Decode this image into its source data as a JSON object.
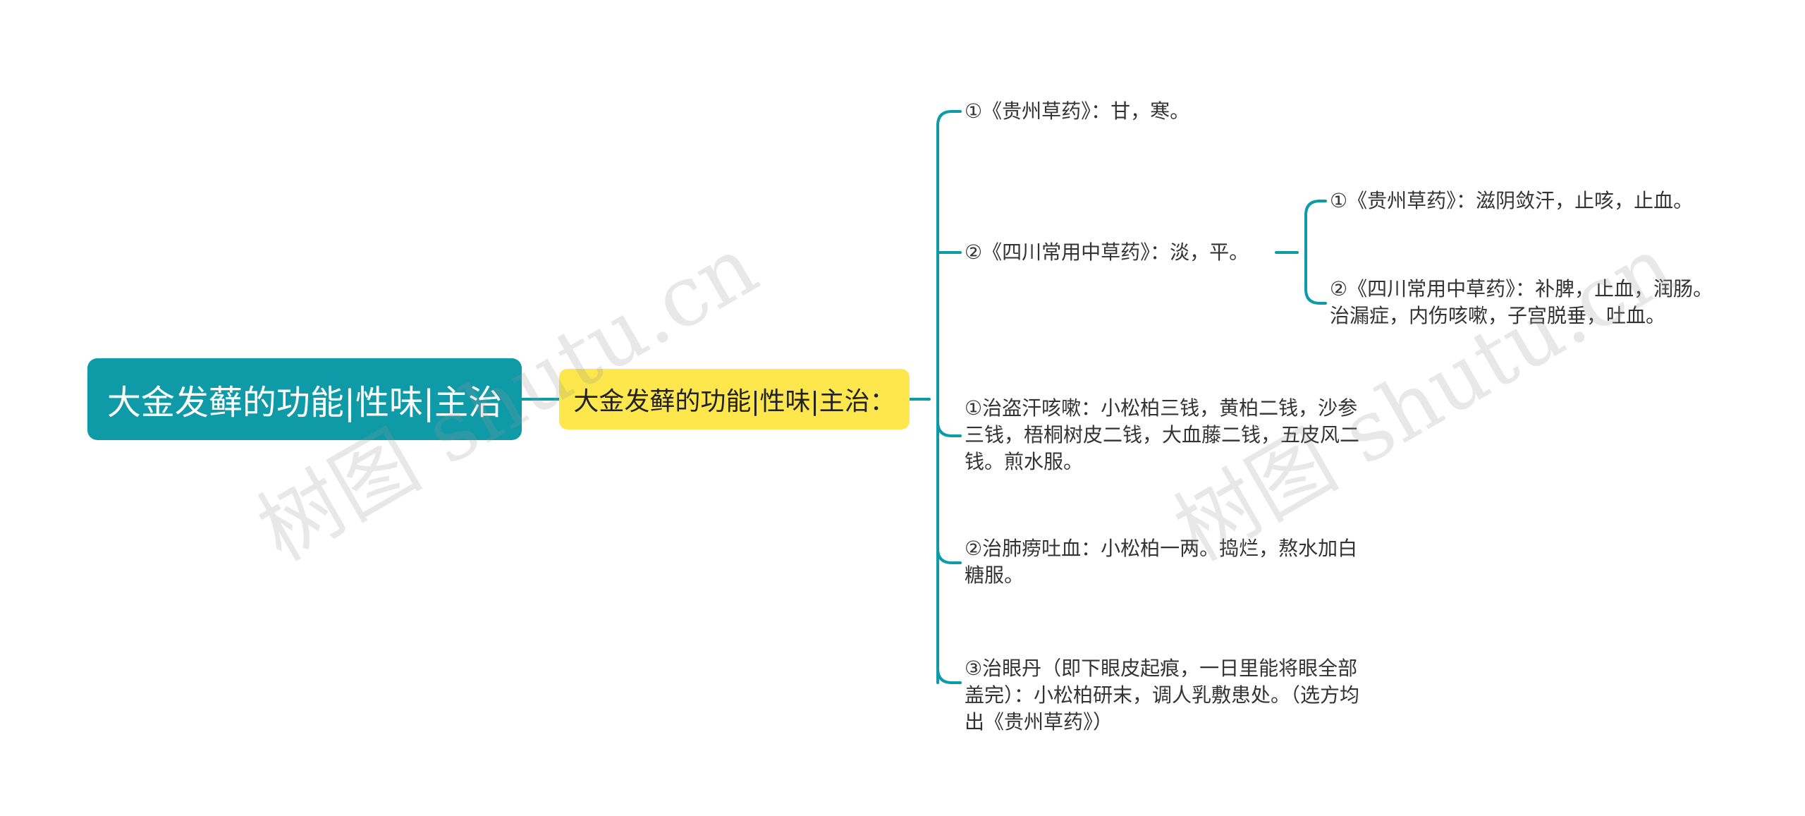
{
  "root": {
    "label": "大金发藓的功能|性味|主治"
  },
  "sub": {
    "label": "大金发藓的功能|性味|主治："
  },
  "branches": [
    {
      "label": "①《贵州草药》：甘，寒。"
    },
    {
      "label": "②《四川常用中草药》：淡，平。",
      "children": [
        {
          "label": "①《贵州草药》：滋阴敛汗，止咳，止血。"
        },
        {
          "label": "②《四川常用中草药》：补脾，止血，润肠。治漏症，内伤咳嗽，子宫脱垂，吐血。"
        }
      ]
    },
    {
      "label": "①治盗汗咳嗽：小松柏三钱，黄柏二钱，沙参三钱，梧桐树皮二钱，大血藤二钱，五皮风二钱。煎水服。"
    },
    {
      "label": "②治肺痨吐血：小松柏一两。捣烂，熬水加白糖服。"
    },
    {
      "label": "③治眼丹（即下眼皮起痕，一日里能将眼全部盖完）：小松柏研末，调人乳敷患处。（选方均出《贵州草药》）"
    }
  ],
  "watermark": {
    "text": "树图 shutu.cn"
  },
  "colors": {
    "root_bg": "#0f9aa8",
    "sub_bg": "#fde74c",
    "connector": "#0f9aa8"
  }
}
